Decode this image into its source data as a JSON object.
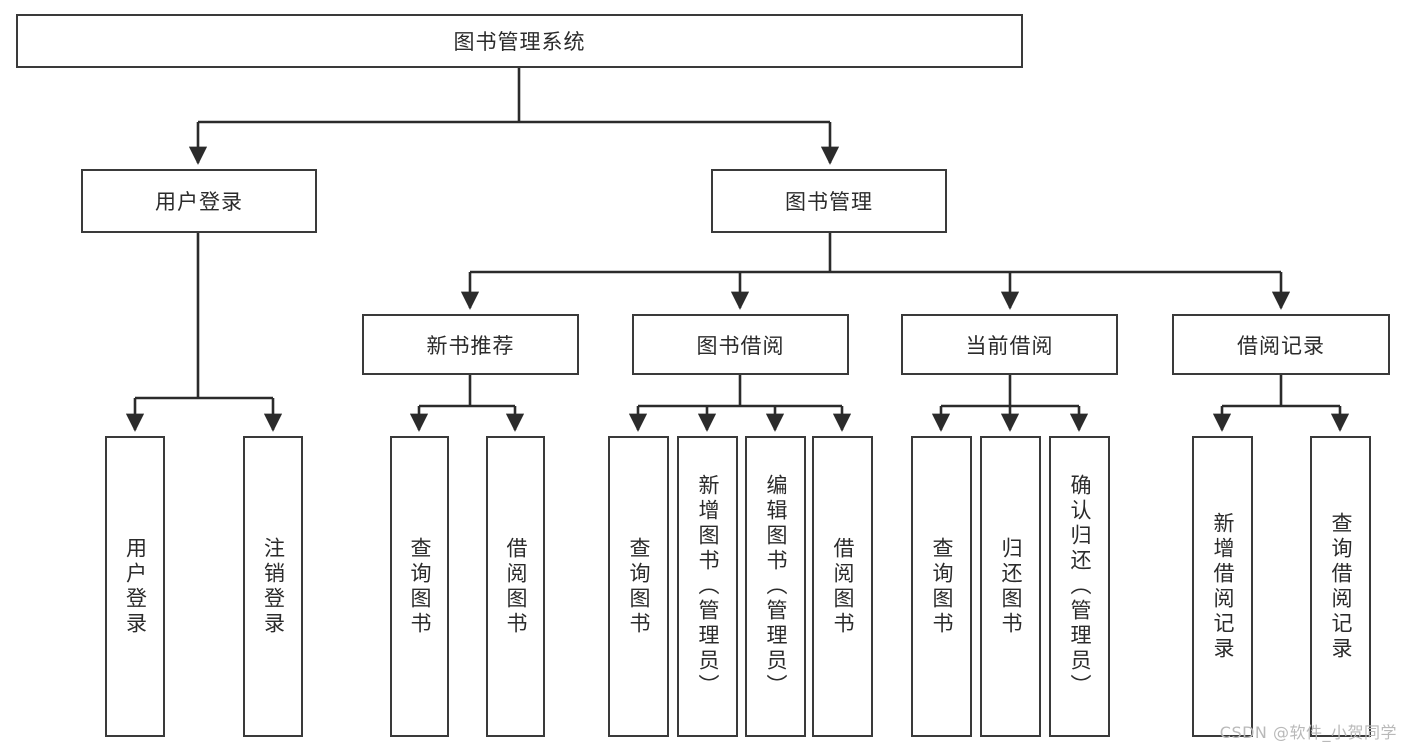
{
  "diagram": {
    "title": "图书管理系统",
    "type": "tree",
    "watermark": "CSDN @软件_小贺同学",
    "colors": {
      "box_border": "#3a3a3a",
      "box_fill": "#ffffff",
      "edge": "#2b2b2b",
      "text": "#2b2b2b",
      "watermark": "#b9b9b9"
    },
    "nodes": {
      "root": "图书管理系统",
      "level2": {
        "user_login": "用户登录",
        "book_manage": "图书管理"
      },
      "level3": {
        "new_book_recommend": "新书推荐",
        "book_borrow": "图书借阅",
        "current_borrow": "当前借阅",
        "borrow_record": "借阅记录"
      },
      "leaves": {
        "user_login_1": "用户登录",
        "user_login_2": "注销登录",
        "recommend_1": "查询图书",
        "recommend_2": "借阅图书",
        "borrow_1": "查询图书",
        "borrow_2": "新增图书（管理员）",
        "borrow_3": "编辑图书（管理员）",
        "borrow_4": "借阅图书",
        "current_1": "查询图书",
        "current_2": "归还图书",
        "current_3": "确认归还（管理员）",
        "record_1": "新增借阅记录",
        "record_2": "查询借阅记录"
      }
    }
  }
}
